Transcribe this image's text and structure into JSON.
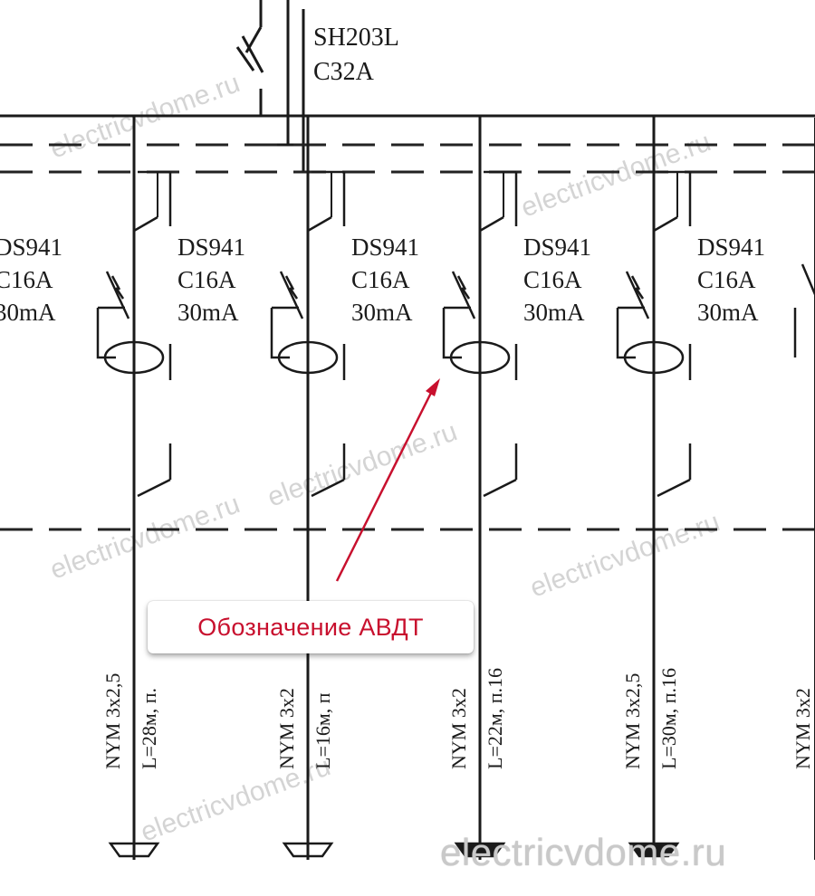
{
  "main_breaker": {
    "model": "SH203L",
    "rating": "C32A"
  },
  "rcbo_modules": [
    {
      "model": "DS941",
      "rating": "C16A",
      "leakage": "30mA",
      "cable": "NYM 3x2,5",
      "length": "L=28м, п."
    },
    {
      "model": "DS941",
      "rating": "C16A",
      "leakage": "30mA",
      "cable": "NYM 3x2",
      "length": "L=16м, п"
    },
    {
      "model": "DS941",
      "rating": "C16A",
      "leakage": "30mA",
      "cable": "NYM 3x2",
      "length": "L=22м, п.16"
    },
    {
      "model": "DS941",
      "rating": "C16A",
      "leakage": "30mA",
      "cable": "NYM 3x2,5",
      "length": "L=30м, п.16"
    },
    {
      "model": "DS941",
      "rating": "C16A",
      "leakage": "30mA",
      "cable": "NYM 3x2",
      "length": ""
    }
  ],
  "edge_module": {
    "model": "DS941",
    "rating": "C16A",
    "leakage": "30mA"
  },
  "annotation": {
    "label": "Обозначение АВДТ",
    "color": "#c8102e"
  },
  "watermark": {
    "text": "electricvdome.ru",
    "faint_text": "electricvdome.ru"
  },
  "colors": {
    "line": "#1a1a1a",
    "rail": "#222222",
    "watermark": "#cfcfcf"
  }
}
